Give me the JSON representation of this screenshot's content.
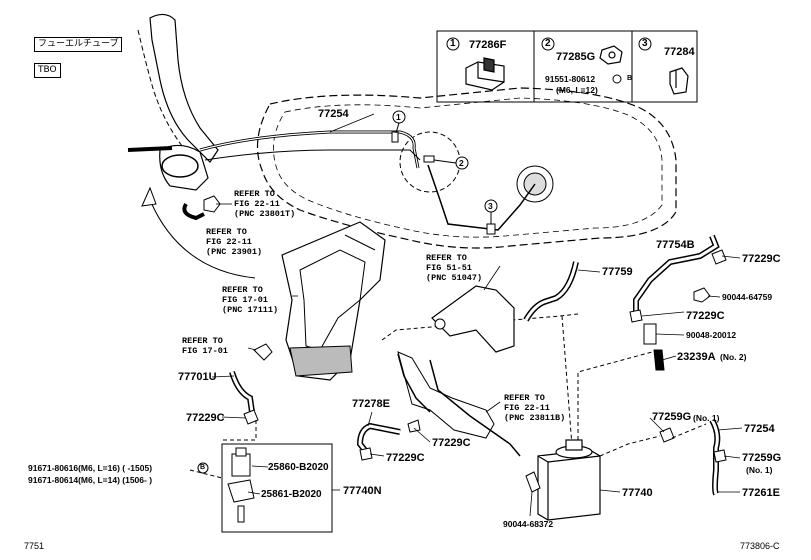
{
  "header": {
    "tag_jp": "フューエルチューブ",
    "tag_code": "TBO"
  },
  "legend": [
    {
      "num": "1",
      "part": "77286F",
      "sub1": "",
      "sub2": ""
    },
    {
      "num": "2",
      "part": "77285G",
      "sub1": "91551-80612",
      "sub2": "(M6, L=12)"
    },
    {
      "num": "3",
      "part": "77284",
      "sub1": "",
      "sub2": ""
    }
  ],
  "parts": {
    "p77254_top": "77254",
    "p77754B": "77754B",
    "p77229C_a": "77229C",
    "p90044_64759": "90044-64759",
    "p77229C_b": "77229C",
    "p90048_20012": "90048-20012",
    "p23239A": "23239A",
    "p23239A_note": "(No. 2)",
    "p77759": "77759",
    "p77701U": "77701U",
    "p77229C_c": "77229C",
    "p77278E": "77278E",
    "p77229C_d": "77229C",
    "p77229C_e": "77229C",
    "p77259G_1": "77259G",
    "p77259G_1_note": "(No. 1)",
    "p77254_right": "77254",
    "p77259G_2": "77259G",
    "p77259G_2_note": "(No. 1)",
    "p77261E": "77261E",
    "p77740": "77740",
    "p90044_68372": "90044-68372",
    "p25860": "25860-B2020",
    "p25861": "25861-B2020",
    "p77740N": "77740N"
  },
  "bolt_notes": {
    "line1": "91671-80616(M6, L=16) (      -1505)",
    "line2": "91671-80614(M6, L=14) (1506-       )"
  },
  "references": {
    "r1": "REFER TO\nFIG 22-11\n(PNC 23801T)",
    "r2": "REFER TO\nFIG 22-11\n(PNC 23901)",
    "r3": "REFER TO\nFIG 17-01\n(PNC 17111)",
    "r4": "REFER TO\nFIG 17-01",
    "r5": "REFER TO\nFIG 51-51\n(PNC 51047)",
    "r6": "REFER TO\nFIG 22-11\n(PNC 23811B)"
  },
  "callouts": {
    "c1": "1",
    "c2": "2",
    "c3": "3",
    "c_b": "B"
  },
  "footer": {
    "left": "7751",
    "right": "773806-C"
  }
}
